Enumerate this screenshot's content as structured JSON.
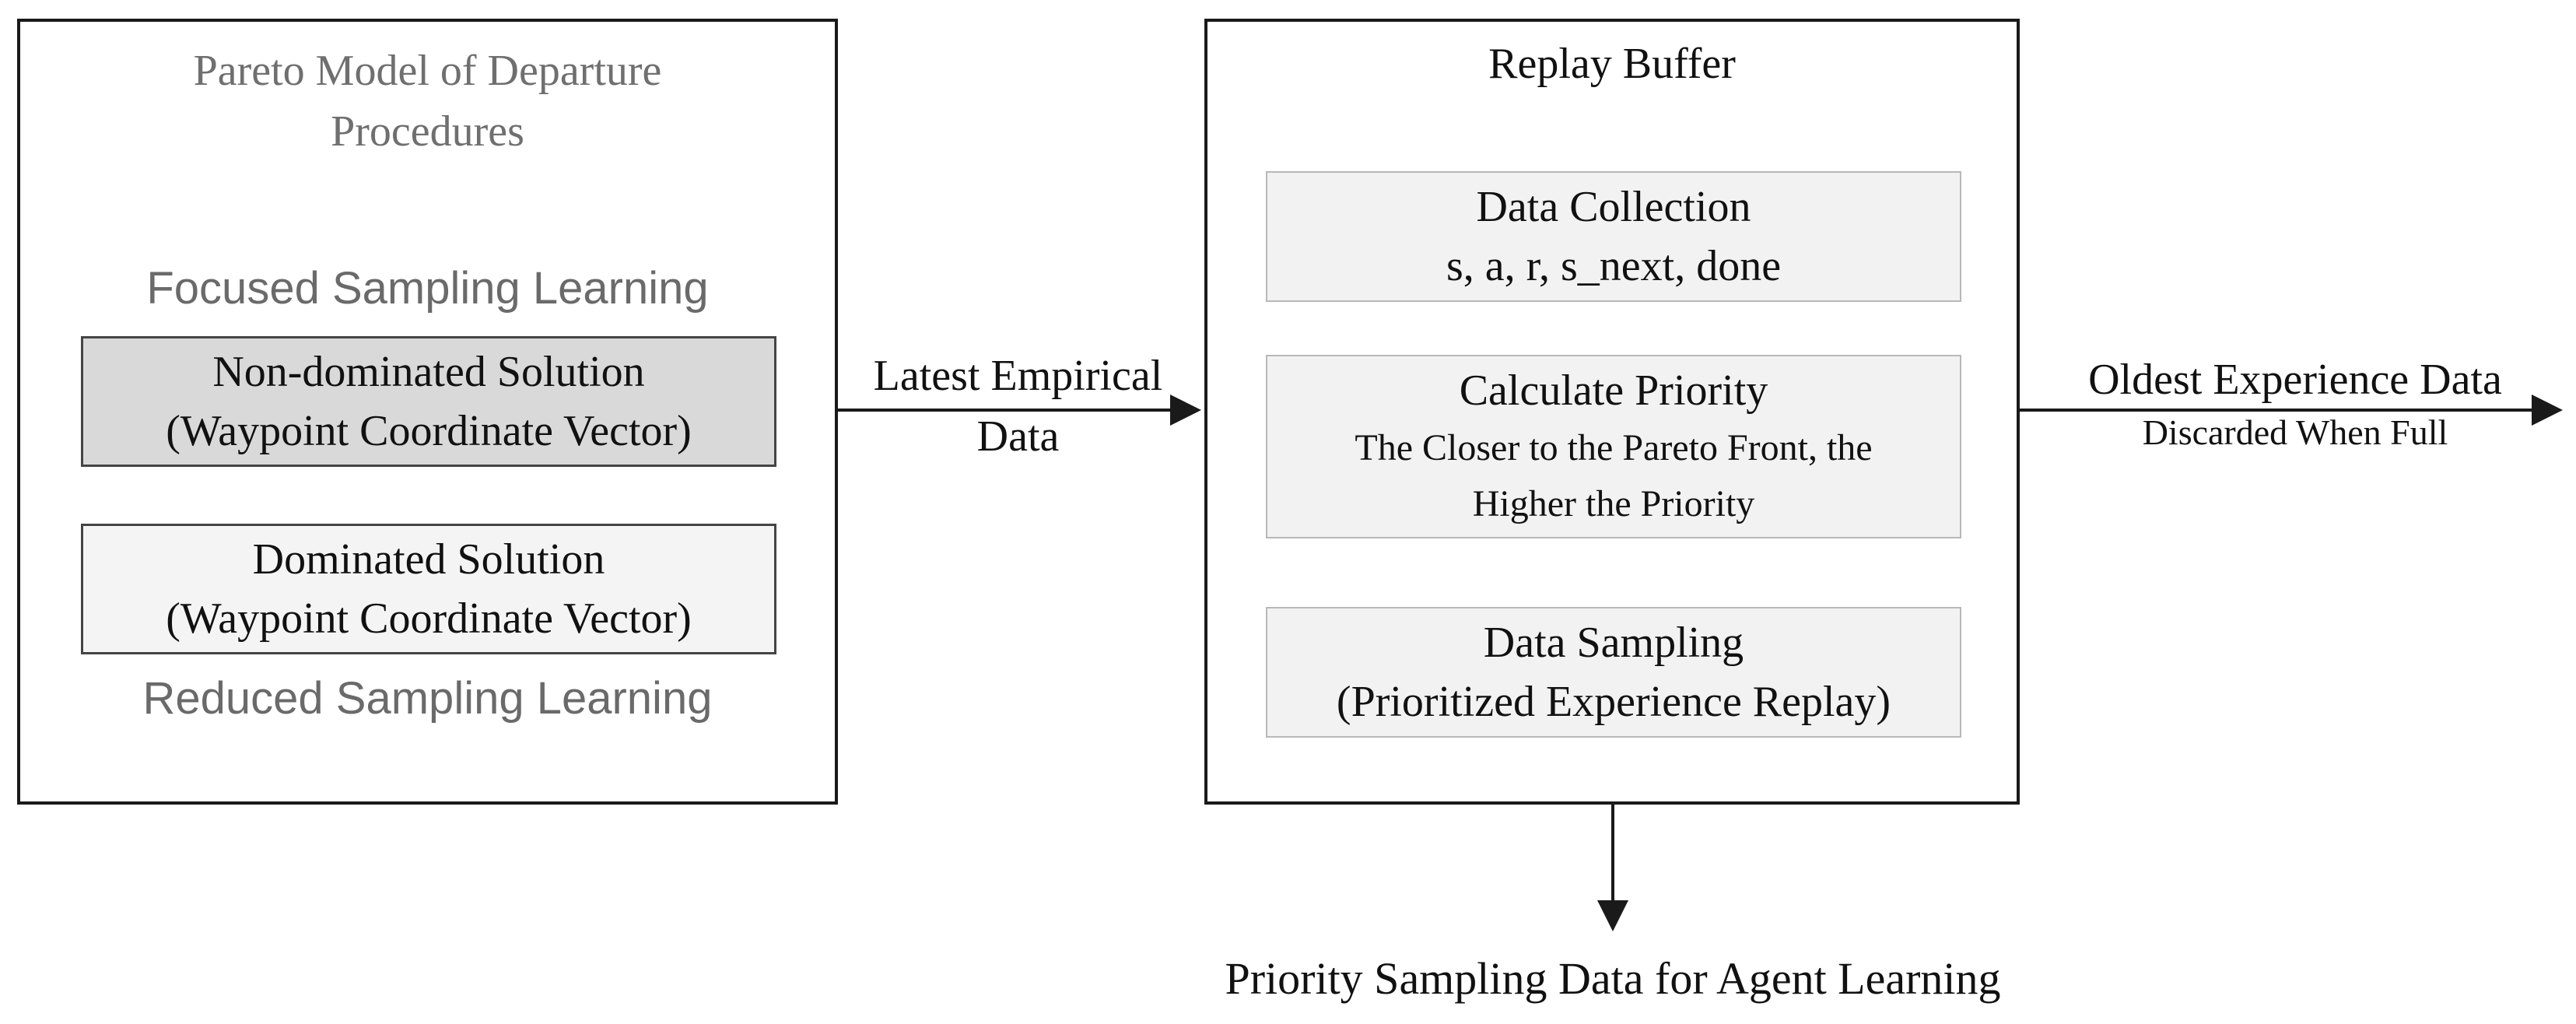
{
  "left_panel": {
    "title_line1": "Pareto Model of Departure",
    "title_line2": "Procedures",
    "focused_label": "Focused Sampling Learning",
    "non_dominated": {
      "line1": "Non-dominated Solution",
      "line2": "(Waypoint Coordinate Vector)"
    },
    "dominated": {
      "line1": "Dominated Solution",
      "line2": "(Waypoint Coordinate Vector)"
    },
    "reduced_label": "Reduced Sampling Learning"
  },
  "left_arrow": {
    "line1": "Latest Empirical",
    "line2": "Data"
  },
  "replay_buffer": {
    "title": "Replay Buffer",
    "data_collection": {
      "line1": "Data Collection",
      "line2": "s, a, r, s_next, done"
    },
    "calculate_priority": {
      "line1": "Calculate Priority",
      "line2": "The Closer to the Pareto Front, the",
      "line3": "Higher the Priority"
    },
    "data_sampling": {
      "line1": "Data Sampling",
      "line2": "(Prioritized Experience Replay)"
    }
  },
  "right_arrow": {
    "line1": "Oldest Experience Data",
    "line2": "Discarded When Full"
  },
  "bottom_label": "Priority Sampling Data for Agent Learning",
  "colors": {
    "border": "#1a1a1a",
    "inner_fill": "#f2f2f2",
    "non_dominated_fill": "#d9d9d9",
    "grey_text": "#6a6a6a"
  }
}
